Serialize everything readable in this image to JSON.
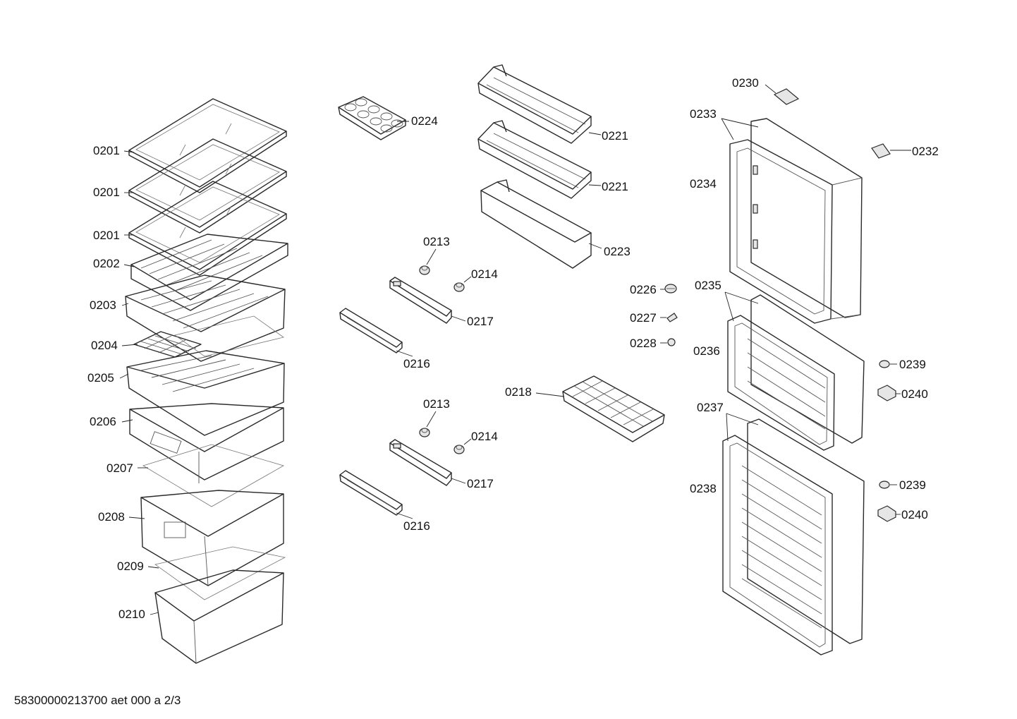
{
  "labels": {
    "l0201a": "0201",
    "l0201b": "0201",
    "l0201c": "0201",
    "l0202": "0202",
    "l0203": "0203",
    "l0204": "0204",
    "l0205": "0205",
    "l0206": "0206",
    "l0207": "0207",
    "l0208": "0208",
    "l0209": "0209",
    "l0210": "0210",
    "l0224": "0224",
    "l0213a": "0213",
    "l0214a": "0214",
    "l0217a": "0217",
    "l0216a": "0216",
    "l0213b": "0213",
    "l0214b": "0214",
    "l0217b": "0217",
    "l0216b": "0216",
    "l0221a": "0221",
    "l0221b": "0221",
    "l0223": "0223",
    "l0226": "0226",
    "l0227": "0227",
    "l0228": "0228",
    "l0218": "0218",
    "l0230": "0230",
    "l0233": "0233",
    "l0232": "0232",
    "l0234": "0234",
    "l0235": "0235",
    "l0236": "0236",
    "l0239a": "0239",
    "l0240a": "0240",
    "l0237": "0237",
    "l0238": "0238",
    "l0239b": "0239",
    "l0240b": "0240"
  },
  "footer": {
    "doc_id": "58300000213700 aet 000 a 2/3"
  }
}
